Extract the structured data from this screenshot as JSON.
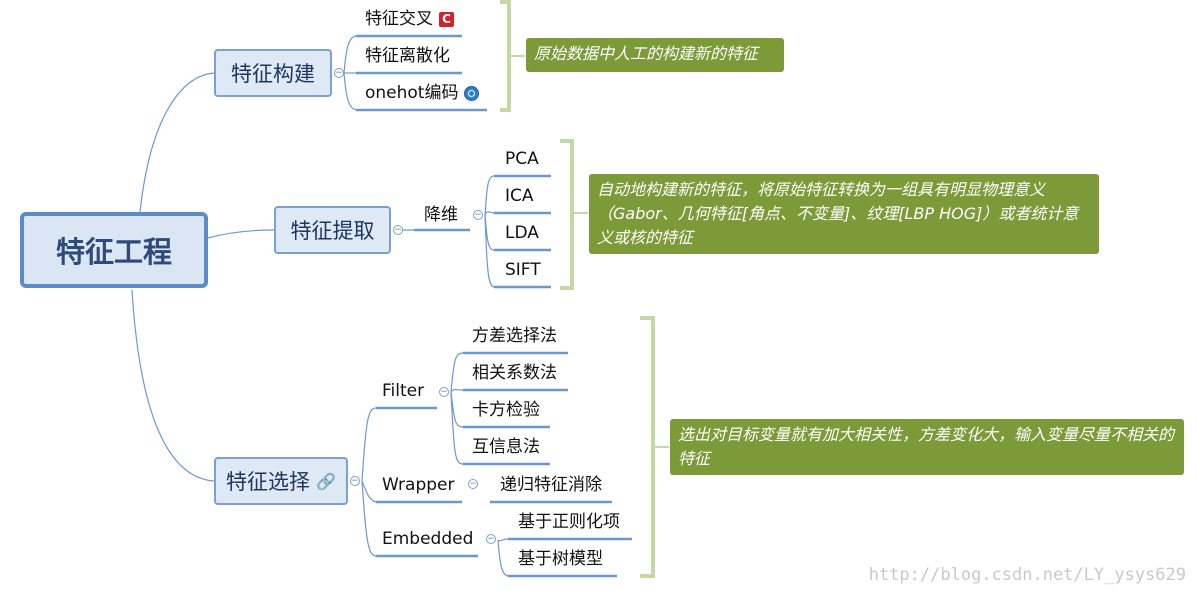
{
  "root": {
    "label": "特征工程"
  },
  "branches": {
    "construct": {
      "label": "特征构建",
      "items": [
        "特征交叉",
        "特征离散化",
        "onehot编码"
      ],
      "note": "原始数据中人工的构建新的特征"
    },
    "extract": {
      "label": "特征提取",
      "sub_label": "降维",
      "items": [
        "PCA",
        "ICA",
        "LDA",
        "SIFT"
      ],
      "note": "自动地构建新的特征，将原始特征转换为一组具有明显物理意义（Gabor、几何特征[角点、不变量]、纹理[LBP HOG]）或者统计意义或核的特征"
    },
    "select": {
      "label": "特征选择",
      "filter": {
        "label": "Filter",
        "items": [
          "方差选择法",
          "相关系数法",
          "卡方检验",
          "互信息法"
        ]
      },
      "wrapper": {
        "label": "Wrapper",
        "items": [
          "递归特征消除"
        ]
      },
      "embedded": {
        "label": "Embedded",
        "items": [
          "基于正则化项",
          "基于树模型"
        ]
      },
      "note": "选出对目标变量就有加大相关性，方差变化大，输入变量尽量不相关的特征"
    }
  },
  "icons": {
    "cross_icon_char": "C",
    "cross_icon": "c-letter-icon",
    "onehot_icon": "globe-icon",
    "select_icon": "link-icon"
  },
  "colors": {
    "line": "#6c98cf",
    "bracket": "#c5d8a4",
    "note_bg": "#7c9a37",
    "root_border": "#5b8bc9"
  },
  "watermark": "http://blog.csdn.net/LY_ysys629"
}
